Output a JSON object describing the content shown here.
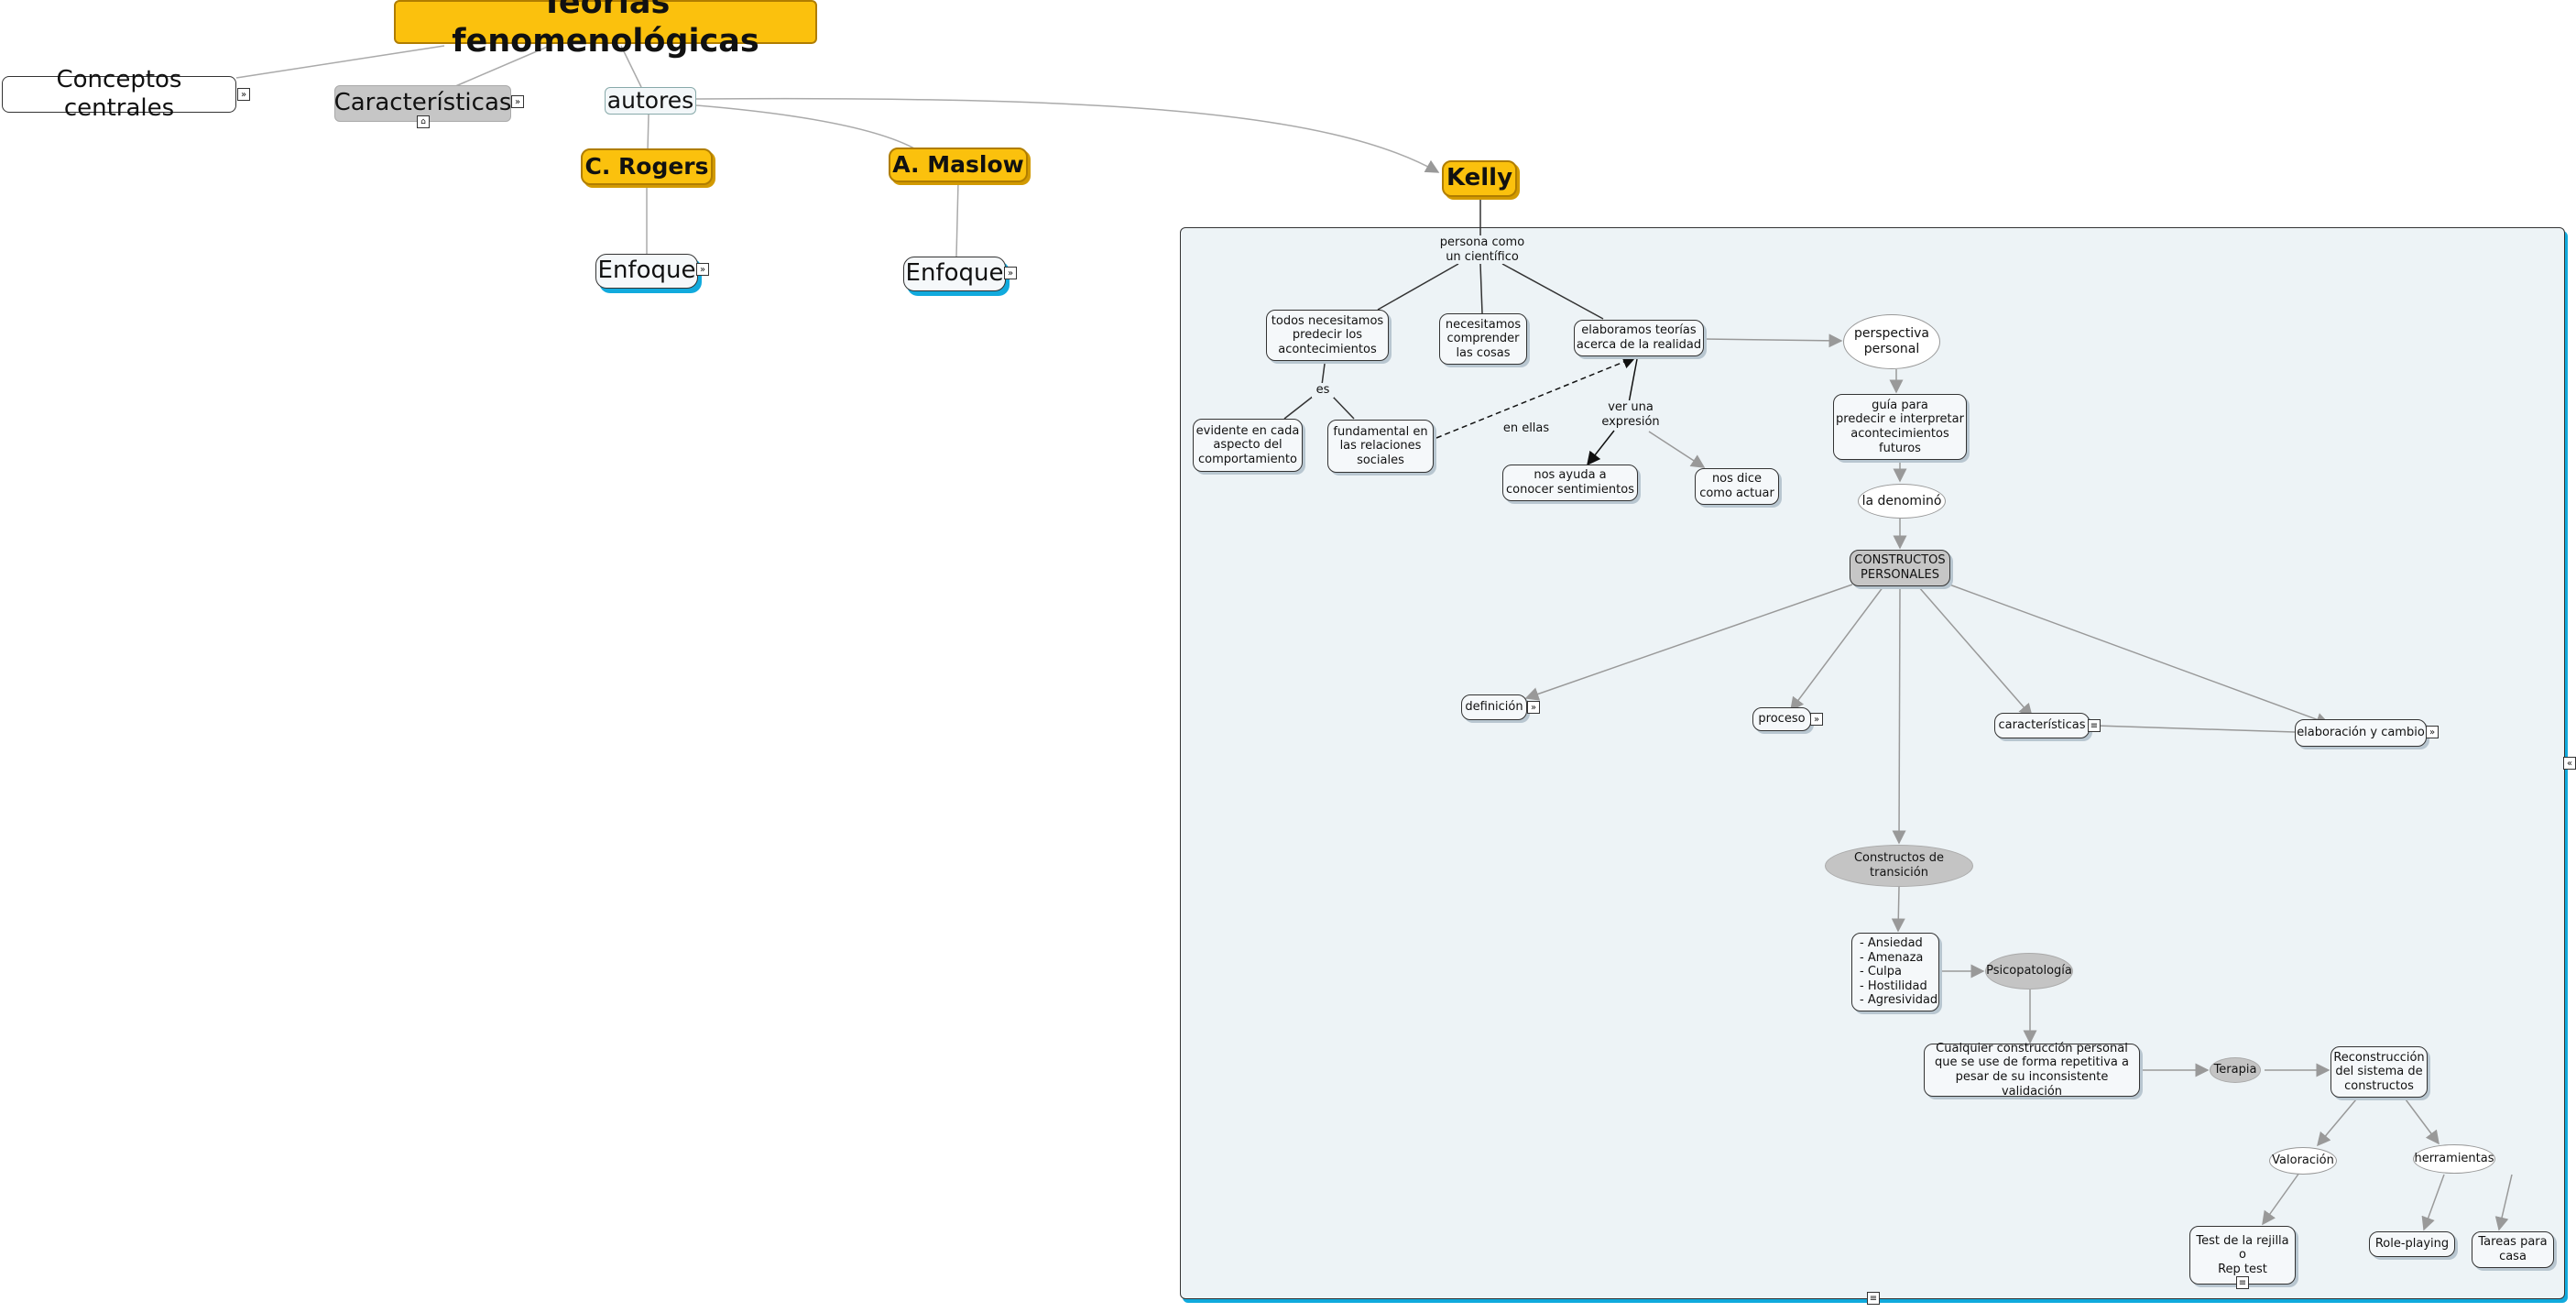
{
  "root": {
    "title": "Teorías fenomenológicas"
  },
  "top": {
    "conceptos": "Conceptos centrales",
    "caracteristicas": "Características",
    "autores": "autores"
  },
  "authors": {
    "rogers": "C. Rogers",
    "maslow": "A. Maslow",
    "kelly": "Kelly",
    "enfoque_rogers": "Enfoque",
    "enfoque_maslow": "Enfoque"
  },
  "kelly_map": {
    "link_persona": "persona como\nun científico",
    "todos": "todos necesitamos\npredecir los\nacontecimientos",
    "necesitamos": "necesitamos\ncomprender\nlas cosas",
    "elaboramos": "elaboramos teorías\nacerca de la realidad",
    "link_es": "es",
    "evidente": "evidente en cada\naspecto del\ncomportamiento",
    "fundamental": "fundamental en\nlas relaciones\nsociales",
    "link_en_ellas": "en ellas",
    "link_ver": "ver una\nexpresión",
    "nos_ayuda": "nos ayuda a\nconocer sentimientos",
    "nos_dice": "nos dice\ncomo actuar",
    "perspectiva": "perspectiva\npersonal",
    "guia": "guía para\npredecir e interpretar\nacontecimientos\nfuturos",
    "denomino": "la denominó",
    "constructos": "CONSTRUCTOS\nPERSONALES",
    "definicion": "definición",
    "proceso": "proceso",
    "caracteristicas": "características",
    "elaboracion": "elaboración y cambio",
    "transicion": "Constructos de transición",
    "lista": "- Ansiedad\n- Amenaza\n- Culpa\n- Hostilidad\n- Agresividad",
    "psicopatologia": "Psicopatología",
    "cualquier": "Cualquier construcción personal\nque se use de forma repetitiva a\npesar de su inconsistente validación",
    "terapia": "Terapia",
    "reconstruccion": "Reconstrucción\ndel sistema de\nconstructos",
    "valoracion": "Valoración",
    "herramientas": "herramientas",
    "test": "Test de la rejilla\no\nRep test",
    "role": "Role-playing",
    "tareas": "Tareas para\ncasa"
  },
  "colors": {
    "accent": "#fbc10d",
    "panel": "#edf3f6",
    "shadow": "#11aadd"
  }
}
